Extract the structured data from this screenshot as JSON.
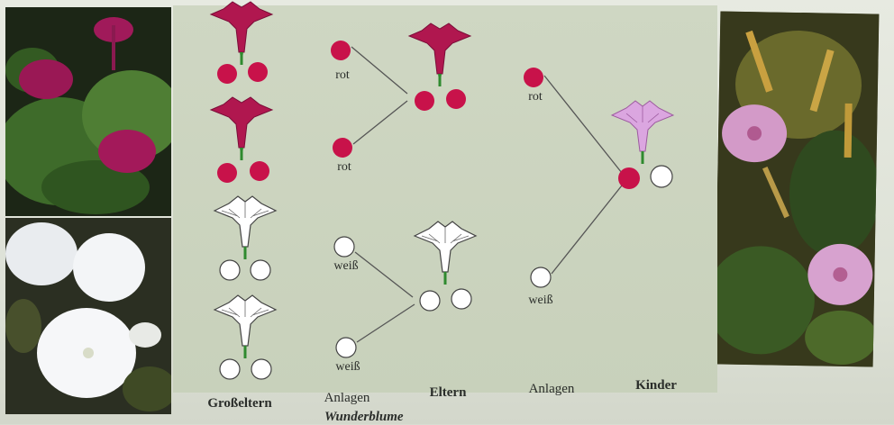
{
  "diagram": {
    "anlage_labels": {
      "rot_1": "rot",
      "rot_2": "rot",
      "weiss_1": "weiß",
      "weiss_2": "weiß",
      "rot_3": "rot",
      "weiss_3": "weiß"
    },
    "column_headers": {
      "grosseltern": "Großeltern",
      "anlagen_1": "Anlagen",
      "eltern": "Eltern",
      "anlagen_2": "Anlagen",
      "kinder": "Kinder"
    },
    "colors": {
      "red_flower": "#b0174f",
      "red_allele": "#c8124a",
      "white_flower": "#ffffff",
      "pink_flower": "#d8a0dc",
      "stem": "#2f8a2f",
      "line": "#555555"
    }
  },
  "caption": "Wunderblume"
}
